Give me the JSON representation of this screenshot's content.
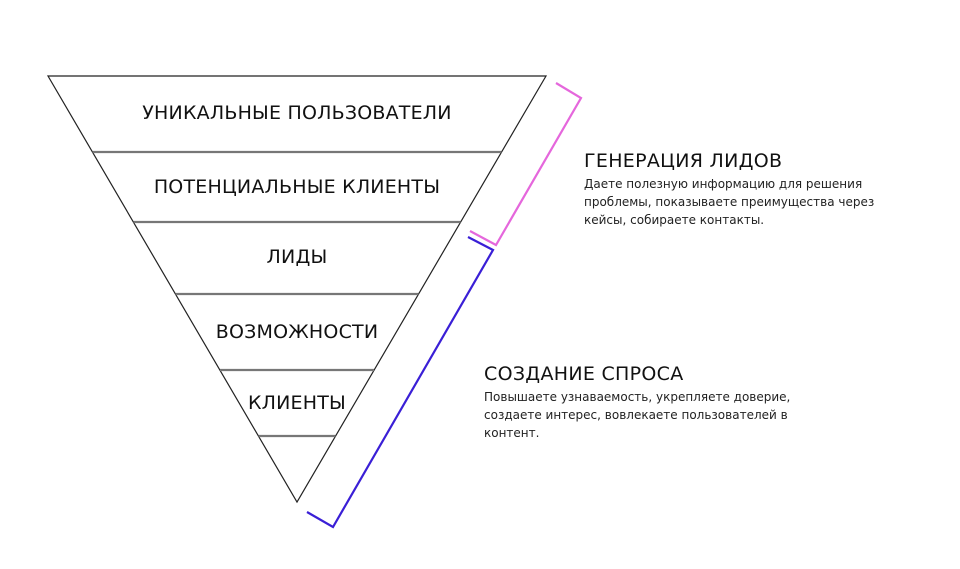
{
  "funnel": {
    "stages": [
      {
        "label": "УНИКАЛЬНЫЕ ПОЛЬЗОВАТЕЛИ"
      },
      {
        "label": "ПОТЕНЦИАЛЬНЫЕ КЛИЕНТЫ"
      },
      {
        "label": "ЛИДЫ"
      },
      {
        "label": "ВОЗМОЖНОСТИ"
      },
      {
        "label": "КЛИЕНТЫ"
      },
      {
        "label": ""
      }
    ],
    "outline_color": "#222222",
    "divider_color": "#777777"
  },
  "brackets": {
    "lead_generation": {
      "color": "#e567dc"
    },
    "demand_creation": {
      "color": "#3a1fd6"
    }
  },
  "sections": {
    "lead_generation": {
      "title": "ГЕНЕРАЦИЯ ЛИДОВ",
      "lines": [
        "Даете полезную информацию для решения",
        "проблемы, показываете преимущества через",
        "кейсы, собираете контакты."
      ]
    },
    "demand_creation": {
      "title": "СОЗДАНИЕ СПРОСА",
      "lines": [
        "Повышаете узнаваемость, укрепляете доверие,",
        "создаете интерес, вовлекаете пользователей в",
        "контент."
      ]
    }
  }
}
